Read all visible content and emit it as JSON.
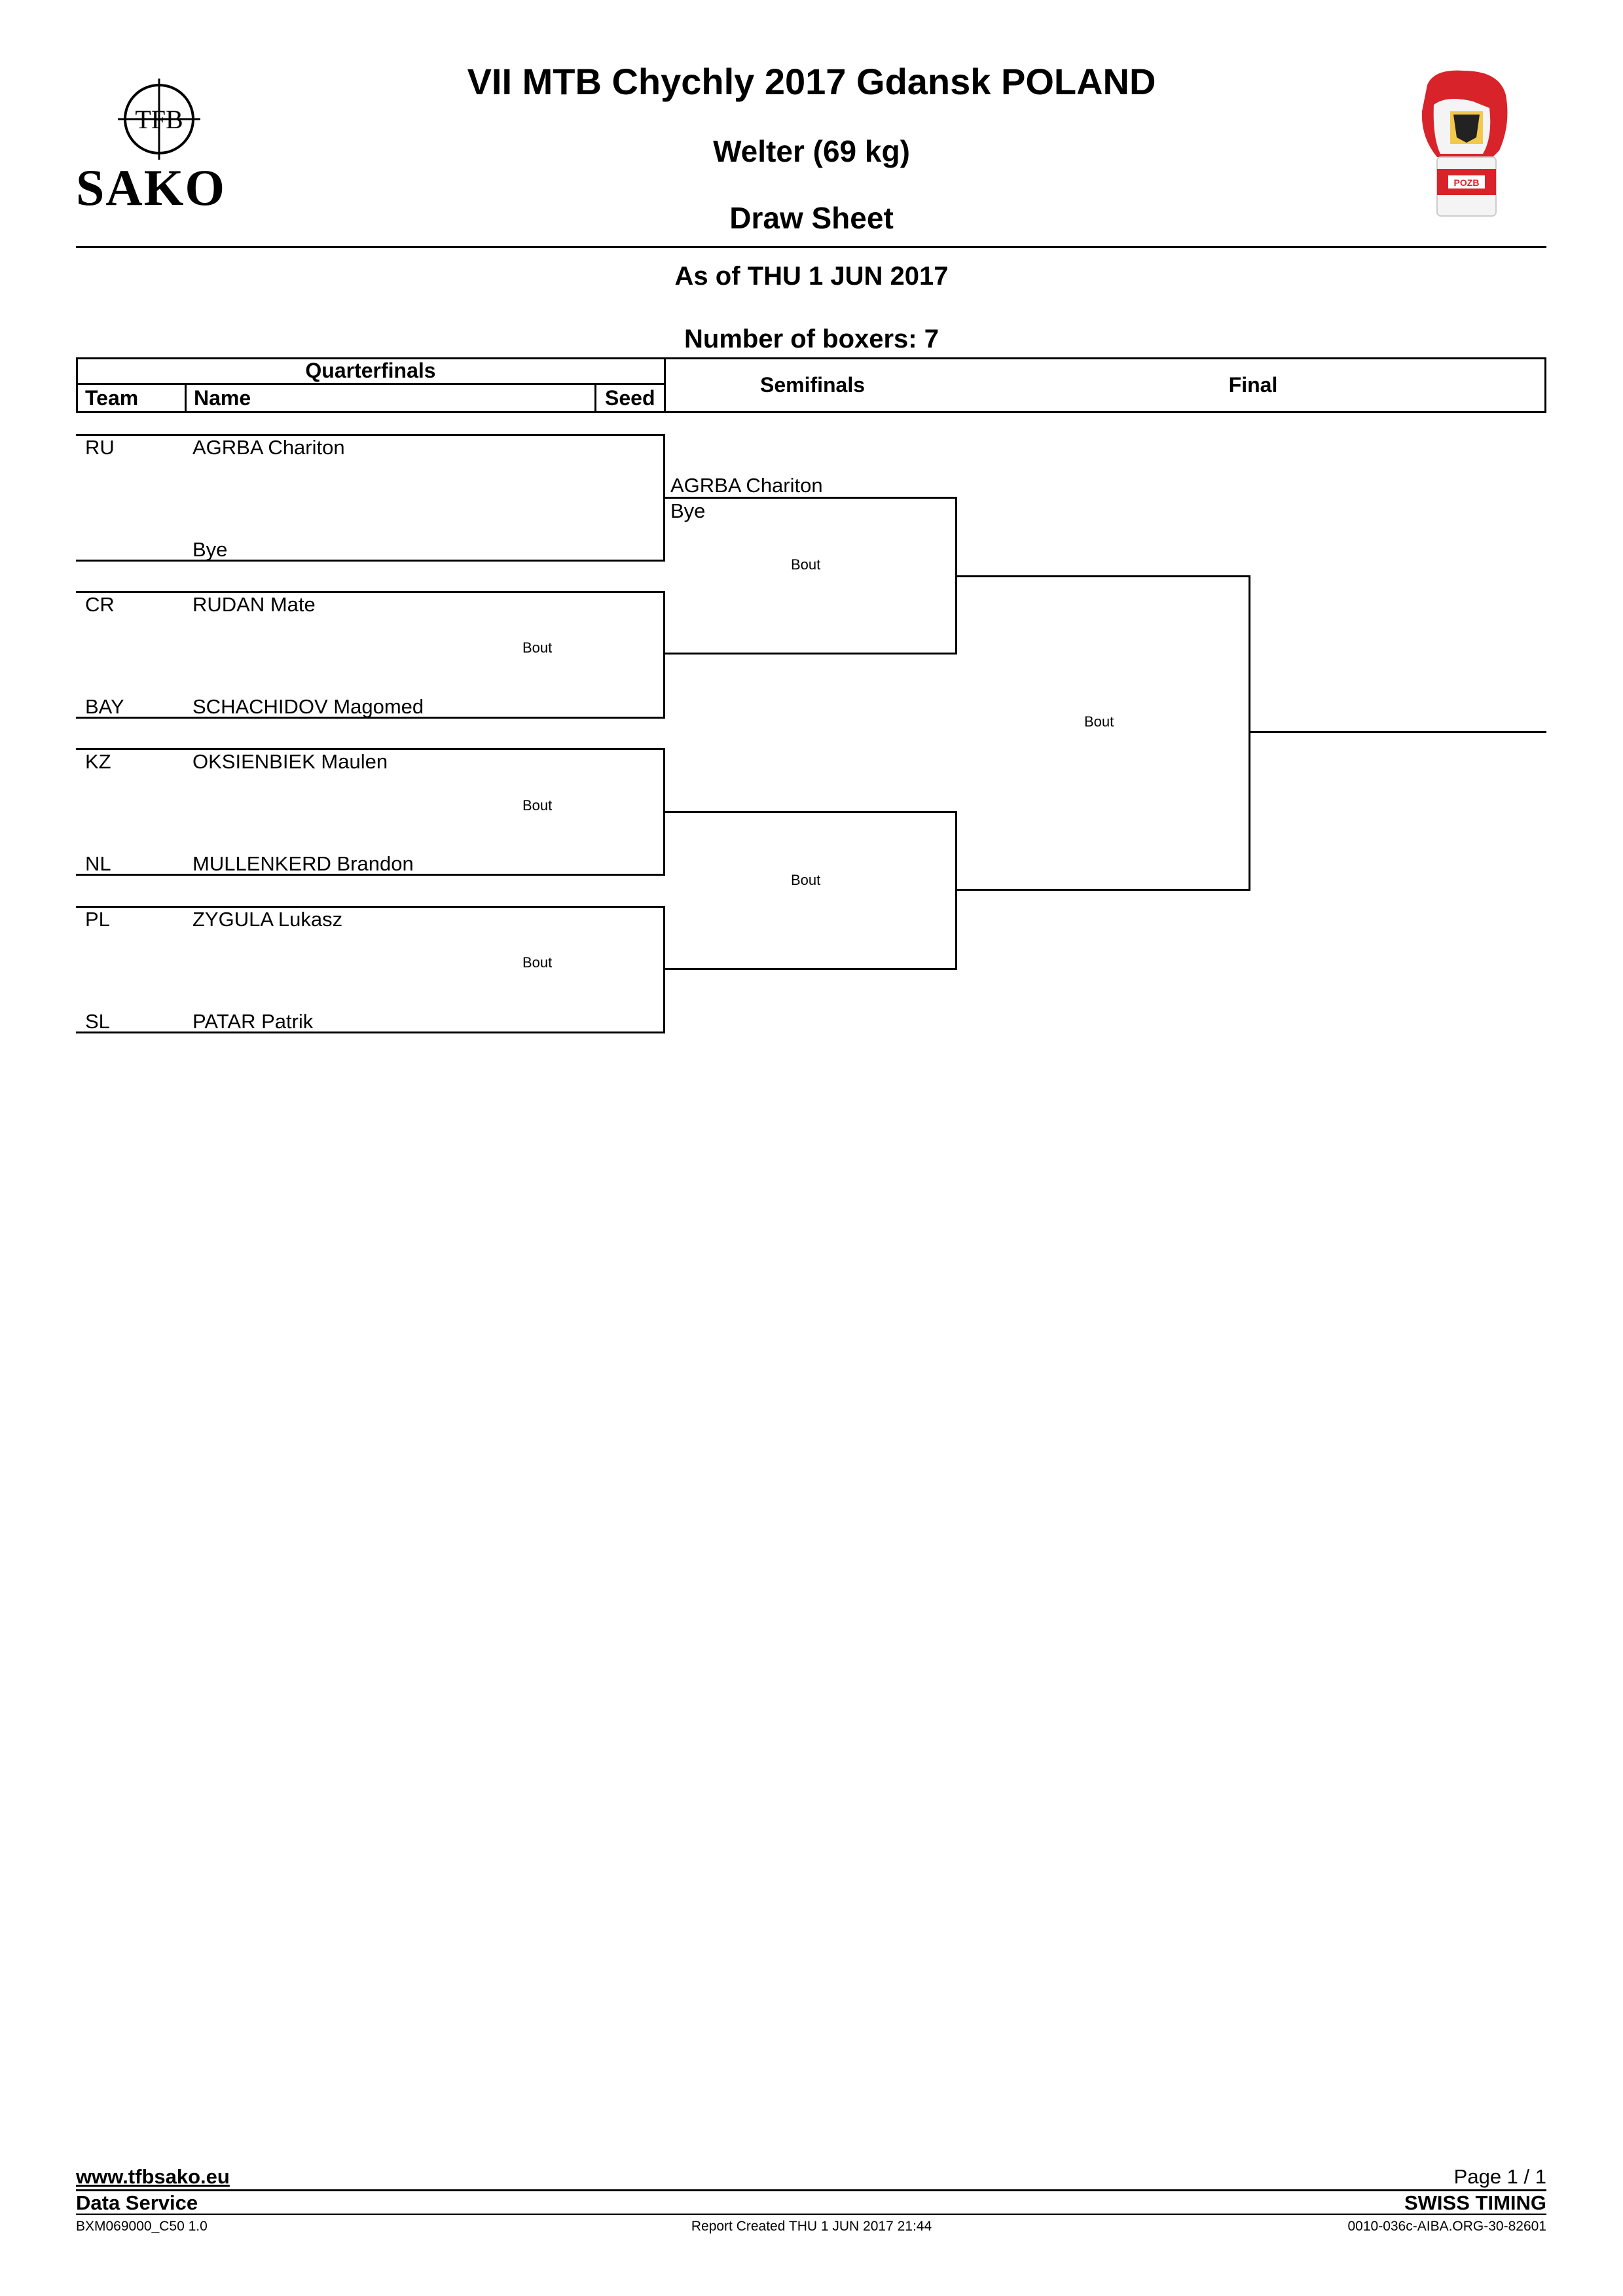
{
  "header": {
    "title": "VII MTB Chychly 2017 Gdansk POLAND",
    "weight_class": "Welter (69 kg)",
    "sheet_name": "Draw Sheet",
    "as_of": "As of THU 1 JUN 2017",
    "num_boxers": "Number of boxers: 7",
    "logo": {
      "emblem_text": "TFB",
      "wordmark": "SAKO",
      "glove_text": "POZB"
    },
    "colors": {
      "glove_red": "#d8232a",
      "glove_white": "#f4f4f4"
    }
  },
  "columns": {
    "quarterfinals": "Quarterfinals",
    "team": "Team",
    "name": "Name",
    "seed": "Seed",
    "semifinals": "Semifinals",
    "final": "Final"
  },
  "quarterfinals": [
    {
      "top": {
        "team": "RU",
        "name": "AGRBA Chariton"
      },
      "bottom": {
        "team": "",
        "name": "Bye"
      },
      "bout": ""
    },
    {
      "top": {
        "team": "CR",
        "name": "RUDAN Mate"
      },
      "bottom": {
        "team": "BAY",
        "name": "SCHACHIDOV Magomed"
      },
      "bout": "Bout"
    },
    {
      "top": {
        "team": "KZ",
        "name": "OKSIENBIEK Maulen"
      },
      "bottom": {
        "team": "NL",
        "name": "MULLENKERD Brandon"
      },
      "bout": "Bout"
    },
    {
      "top": {
        "team": "PL",
        "name": "ZYGULA Lukasz"
      },
      "bottom": {
        "team": "SL",
        "name": "PATAR Patrik"
      },
      "bout": "Bout"
    }
  ],
  "semifinals": [
    {
      "winner": "AGRBA Chariton",
      "note": "Bye",
      "bout": "Bout"
    },
    {
      "winner": "",
      "note": "",
      "bout": "Bout"
    }
  ],
  "final": {
    "bout": "Bout"
  },
  "footer": {
    "website": "www.tfbsako.eu",
    "page": "Page 1 / 1",
    "data_service": "Data Service",
    "swiss_timing": "SWISS TIMING",
    "doc_code": "BXM069000_C50 1.0",
    "report_created": "Report Created  THU 1 JUN 2017 21:44",
    "ref_code": "0010-036c-AIBA.ORG-30-82601"
  }
}
